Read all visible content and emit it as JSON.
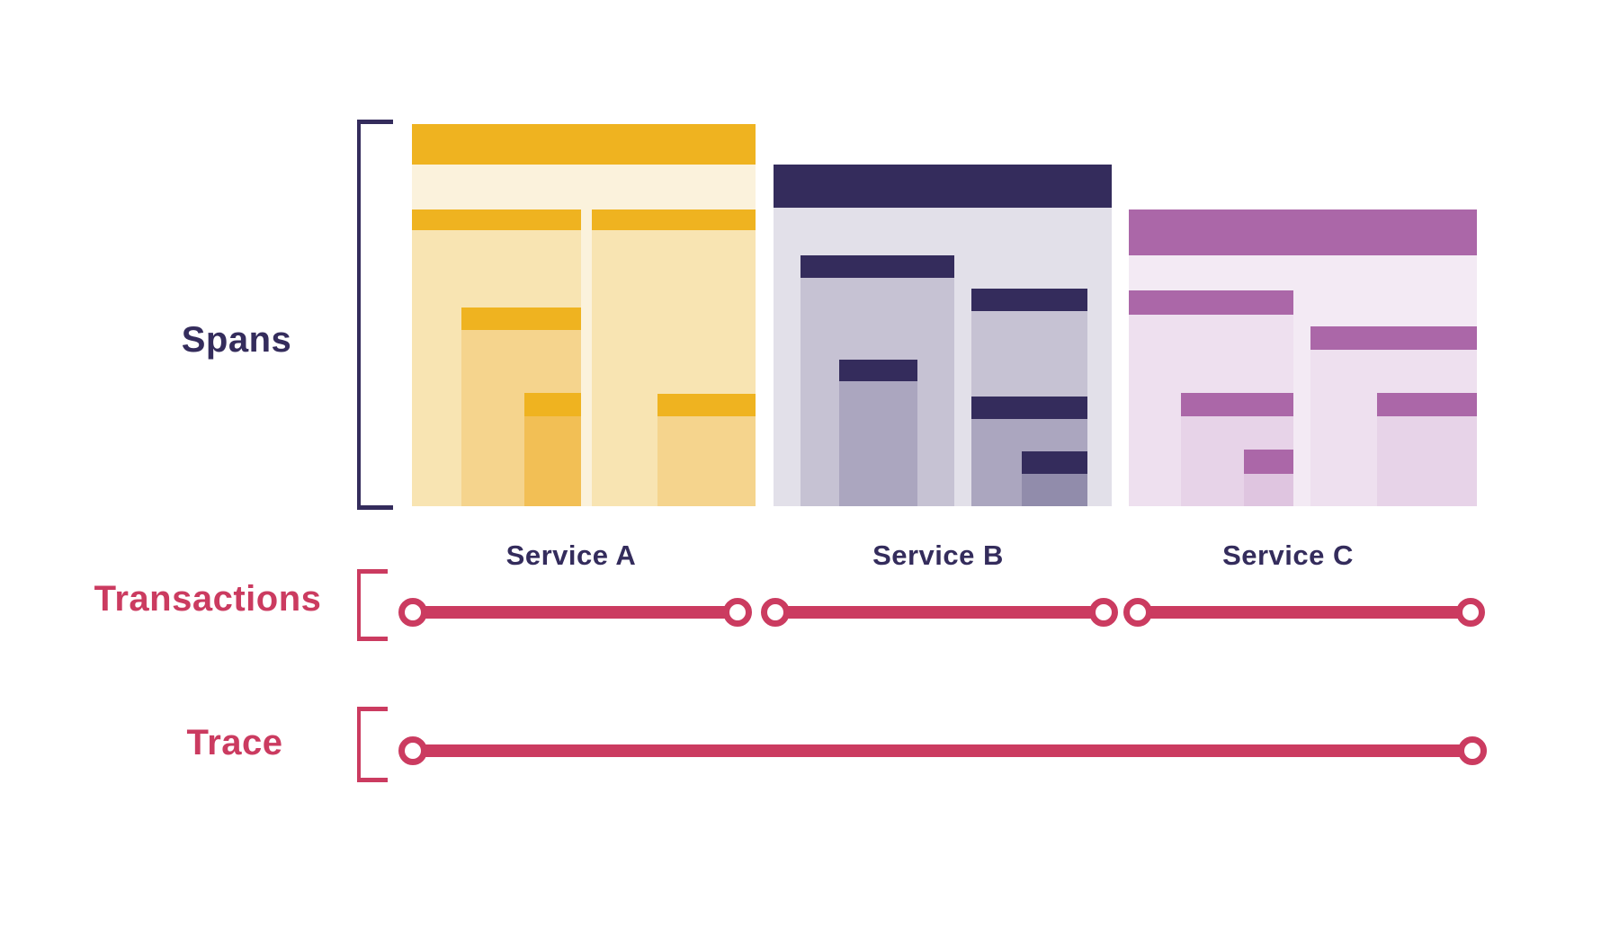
{
  "colors": {
    "background": "#FFFFFF",
    "navy": "#342C5C",
    "red": "#CB3B60",
    "svc_a_header": "#EFB320",
    "svc_a_l1": "#FBF2DC",
    "svc_a_l2": "#F8E4B2",
    "svc_a_l3": "#F5D48D",
    "svc_a_l4": "#F2BF55",
    "svc_b_header": "#342C5C",
    "svc_b_l1": "#E2E0E9",
    "svc_b_l2": "#C6C2D3",
    "svc_b_l3": "#ABA6BF",
    "svc_b_l4": "#918CAB",
    "svc_c_header": "#AB67A8",
    "svc_c_l1": "#F3EAF4",
    "svc_c_l2": "#EEE0EF",
    "svc_c_l3": "#E7D3E8",
    "svc_c_l4": "#DFC5E0"
  },
  "labels": {
    "spans": "Spans",
    "transactions": "Transactions",
    "trace": "Trace"
  },
  "services": [
    {
      "name": "Service A",
      "span_count": 6
    },
    {
      "name": "Service B",
      "span_count": 6
    },
    {
      "name": "Service C",
      "span_count": 6
    }
  ]
}
